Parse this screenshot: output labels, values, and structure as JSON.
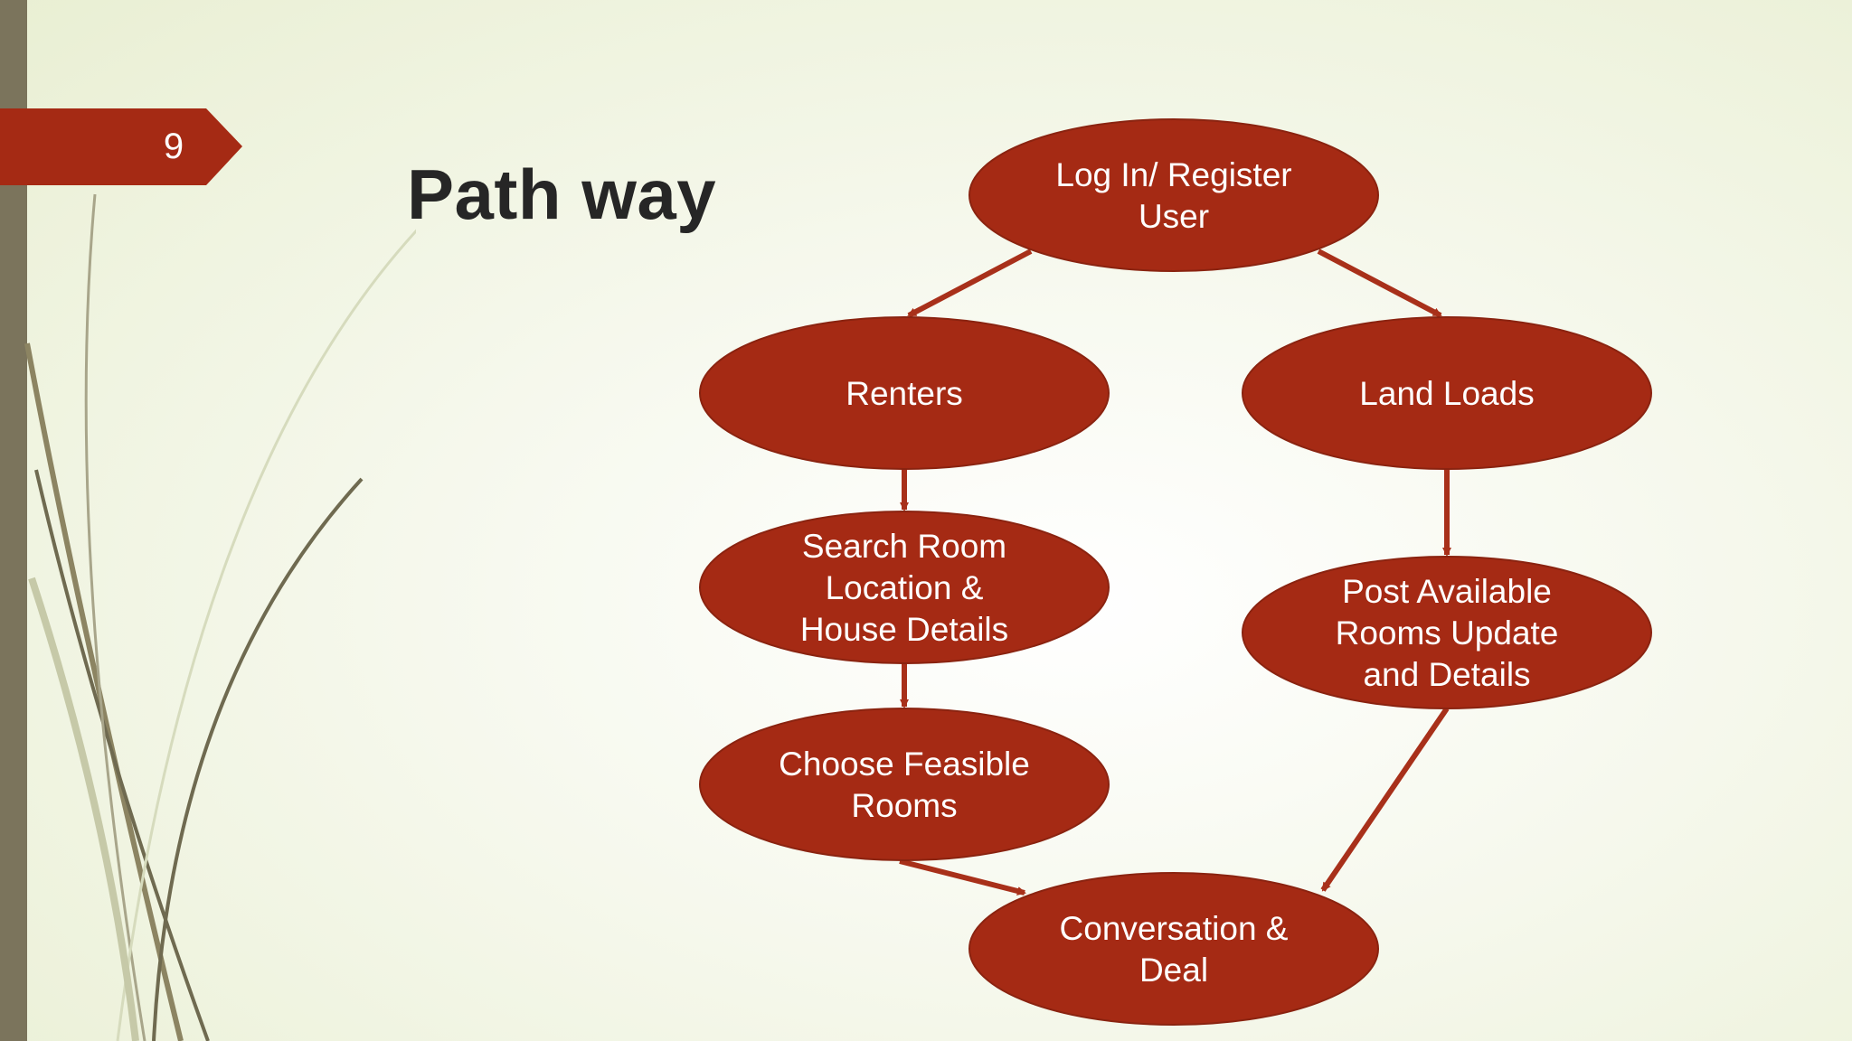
{
  "slide": {
    "page_number": "9",
    "title": "Path way"
  },
  "colors": {
    "node_fill": "#a52a14",
    "node_stroke": "#8a2310",
    "arrow": "#a8301a",
    "tab": "#a52a14",
    "left_bar": "#7b745c"
  },
  "diagram": {
    "nodes": [
      {
        "id": "login",
        "lines": [
          "Log In/ Register",
          "User"
        ]
      },
      {
        "id": "renters",
        "lines": [
          "Renters"
        ]
      },
      {
        "id": "landlords",
        "lines": [
          "Land Loads"
        ]
      },
      {
        "id": "search",
        "lines": [
          "Search Room",
          "Location &",
          "House Details"
        ]
      },
      {
        "id": "post",
        "lines": [
          "Post Available",
          "Rooms Update",
          "and Details"
        ]
      },
      {
        "id": "choose",
        "lines": [
          "Choose Feasible",
          "Rooms"
        ]
      },
      {
        "id": "deal",
        "lines": [
          "Conversation &",
          "Deal"
        ]
      }
    ],
    "edges": [
      {
        "from": "login",
        "to": "renters"
      },
      {
        "from": "login",
        "to": "landlords"
      },
      {
        "from": "renters",
        "to": "search"
      },
      {
        "from": "search",
        "to": "choose"
      },
      {
        "from": "landlords",
        "to": "post"
      },
      {
        "from": "choose",
        "to": "deal"
      },
      {
        "from": "post",
        "to": "deal"
      }
    ]
  }
}
